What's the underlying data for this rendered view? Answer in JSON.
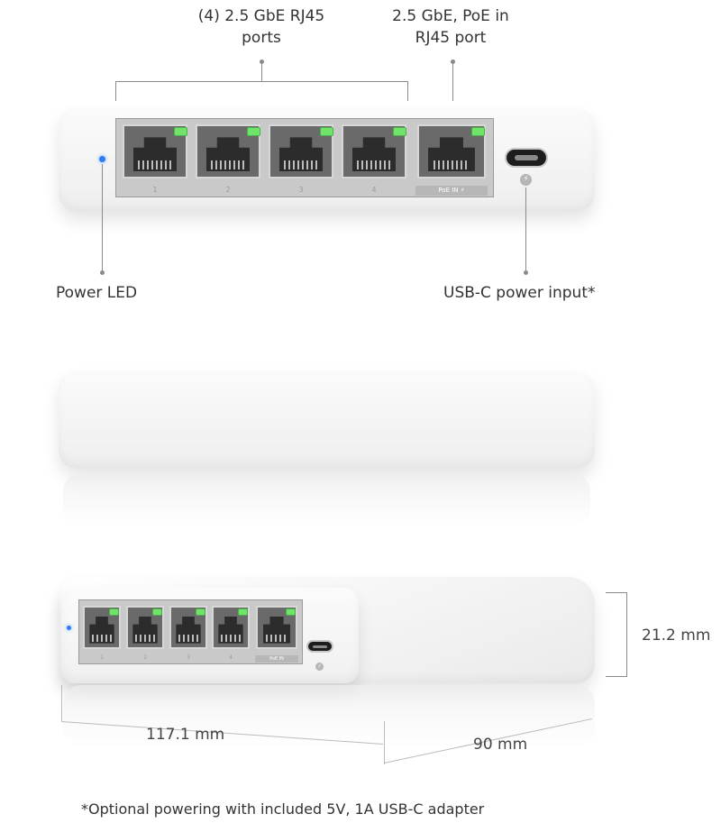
{
  "callouts": {
    "rj45_ports": "(4) 2.5 GbE RJ45\nports",
    "poe_port": "2.5 GbE, PoE in\nRJ45 port",
    "power_led": "Power LED",
    "usbc_input": "USB-C power input*"
  },
  "port_numbers": [
    "1",
    "2",
    "3",
    "4"
  ],
  "poe_tag": "PoE IN ⚡",
  "poe_tag_small": "PoE IN",
  "dimensions": {
    "height": "21.2 mm",
    "width": "117.1 mm",
    "depth": "90 mm"
  },
  "footnote": "*Optional powering with included 5V, 1A USB-C adapter",
  "colors": {
    "power_led": "#2f7df3",
    "port_led": "#6fe36a",
    "body": "#f4f4f4"
  },
  "icons": [
    "lightning-icon"
  ]
}
